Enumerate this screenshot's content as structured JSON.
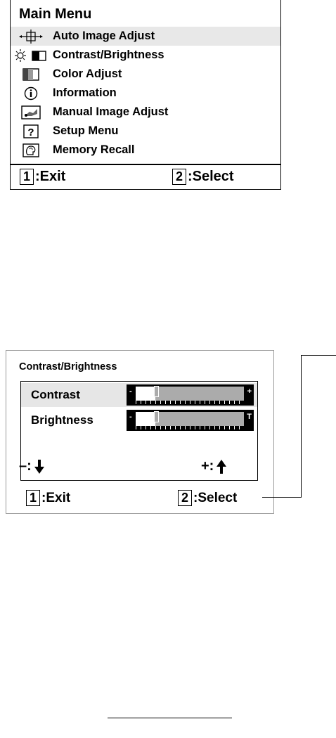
{
  "main_menu": {
    "title": "Main Menu",
    "items": [
      {
        "label": "Auto Image Adjust",
        "icon": "auto-adjust-icon",
        "selected": true
      },
      {
        "label": "Contrast/Brightness",
        "icon": "contrast-brightness-icon",
        "selected": false
      },
      {
        "label": "Color Adjust",
        "icon": "color-adjust-icon",
        "selected": false
      },
      {
        "label": "Information",
        "icon": "information-icon",
        "selected": false
      },
      {
        "label": "Manual Image Adjust",
        "icon": "manual-adjust-icon",
        "selected": false
      },
      {
        "label": "Setup Menu",
        "icon": "setup-menu-icon",
        "selected": false
      },
      {
        "label": "Memory Recall",
        "icon": "memory-recall-icon",
        "selected": false
      }
    ],
    "exit_key": "1",
    "exit_label": ":Exit",
    "select_key": "2",
    "select_label": ":Select"
  },
  "contrast_brightness": {
    "title": "Contrast/Brightness",
    "rows": [
      {
        "label": "Contrast",
        "value_fraction": 0.18,
        "selected": true,
        "right_symbol": "+"
      },
      {
        "label": "Brightness",
        "value_fraction": 0.18,
        "selected": false,
        "right_symbol": "T"
      }
    ],
    "slider_minus": "-",
    "decrease_hint": "–:",
    "increase_hint": "+:",
    "exit_key": "1",
    "exit_label": ":Exit",
    "select_key": "2",
    "select_label": ":Select"
  },
  "colors": {
    "highlight": "#e8e8e8",
    "slider_track": "#ababab"
  }
}
